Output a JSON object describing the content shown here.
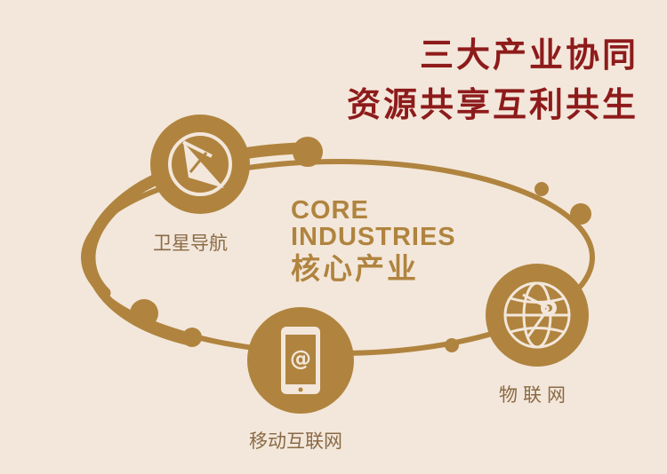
{
  "headline": {
    "line1": "三大产业协同",
    "line2": "资源共享互利共生"
  },
  "core": {
    "english_line1": "CORE",
    "english_line2": "INDUSTRIES",
    "chinese": "核心产业"
  },
  "nodes": [
    {
      "label": "卫星导航",
      "icon": "satellite-navigation-icon"
    },
    {
      "label": "移动互联网",
      "icon": "smartphone-at-icon"
    },
    {
      "label": "物联网",
      "icon": "globe-network-icon"
    }
  ],
  "colors": {
    "background": "#f3e7db",
    "gold": "#b0843f",
    "headline_red": "#8e1b1b",
    "label_brown": "#8a6a45",
    "icon_cream": "#f3e7db"
  }
}
